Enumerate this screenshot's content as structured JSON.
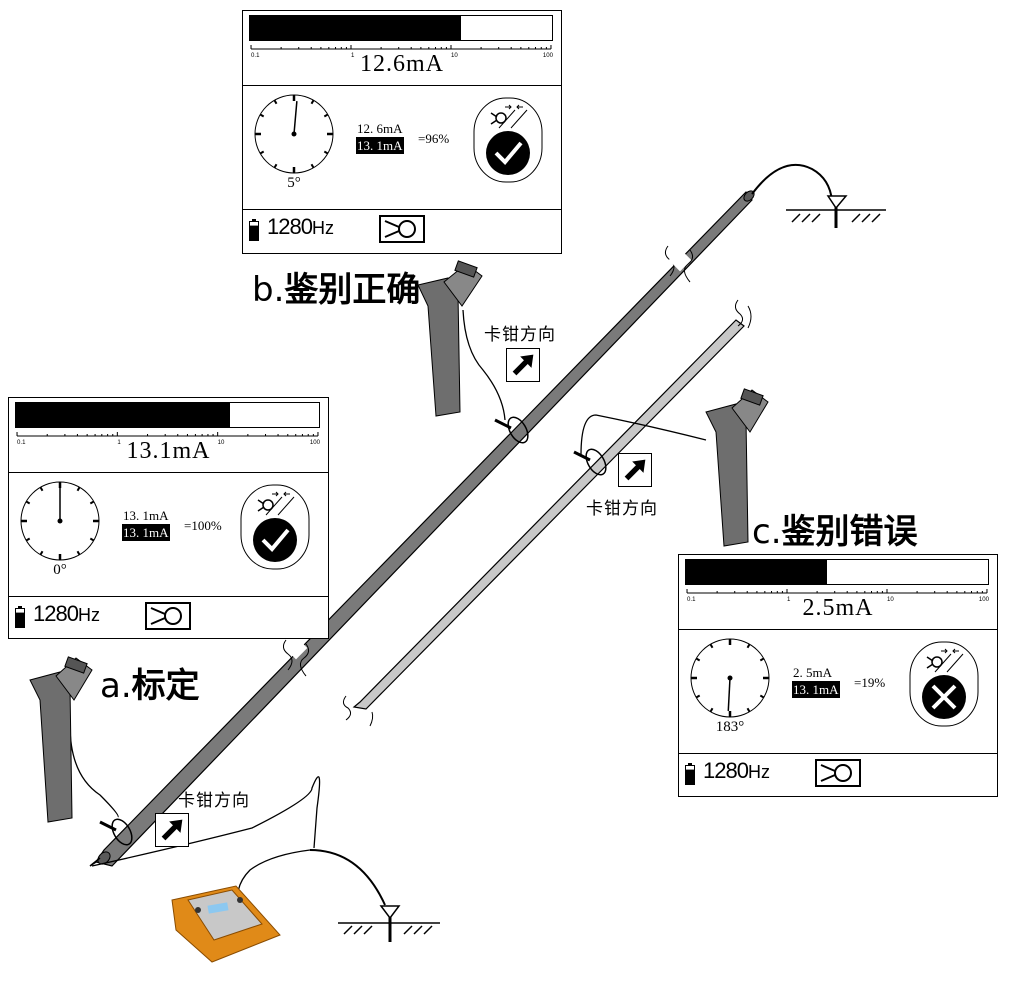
{
  "colors": {
    "cable_main": "#7a7a7a",
    "cable_secondary": "#c8c8c8",
    "locator_body": "#6e6e6e",
    "transmitter_body": "#e08a18",
    "ink": "#000000"
  },
  "scale": {
    "ticks": [
      "0.1",
      "1",
      "10",
      "100"
    ],
    "min": 0.1,
    "max": 100
  },
  "panels": [
    {
      "id": "b",
      "caption": {
        "letter": "b.",
        "text": "鉴别正确"
      },
      "current_reading": "12.6mA",
      "current_value_ma": 12.6,
      "angle_label": "5°",
      "angle_deg": 5,
      "ratio_numerator": "12. 6mA",
      "ratio_denominator": "13. 1mA",
      "ratio_result": "=96%",
      "status": "correct",
      "status_icon": "check-icon",
      "frequency": "1280",
      "frequency_unit": "Hz",
      "battery_level": 0.8
    },
    {
      "id": "a",
      "caption": {
        "letter": "a.",
        "text": "标定"
      },
      "current_reading": "13.1mA",
      "current_value_ma": 13.1,
      "angle_label": "0°",
      "angle_deg": 0,
      "ratio_numerator": "13. 1mA",
      "ratio_denominator": "13. 1mA",
      "ratio_result": "=100%",
      "status": "correct",
      "status_icon": "check-icon",
      "frequency": "1280",
      "frequency_unit": "Hz",
      "battery_level": 0.8
    },
    {
      "id": "c",
      "caption": {
        "letter": "c.",
        "text": "鉴别错误"
      },
      "current_reading": "2.5mA",
      "current_value_ma": 2.5,
      "angle_label": "183°",
      "angle_deg": 183,
      "ratio_numerator": "2. 5mA",
      "ratio_denominator": "13. 1mA",
      "ratio_result": "=19%",
      "status": "wrong",
      "status_icon": "cross-icon",
      "frequency": "1280",
      "frequency_unit": "Hz",
      "battery_level": 0.8
    }
  ],
  "clamp_direction_labels": [
    {
      "id": "b",
      "text": "卡钳方向"
    },
    {
      "id": "c",
      "text": "卡钳方向"
    },
    {
      "id": "a",
      "text": "卡钳方向"
    }
  ]
}
